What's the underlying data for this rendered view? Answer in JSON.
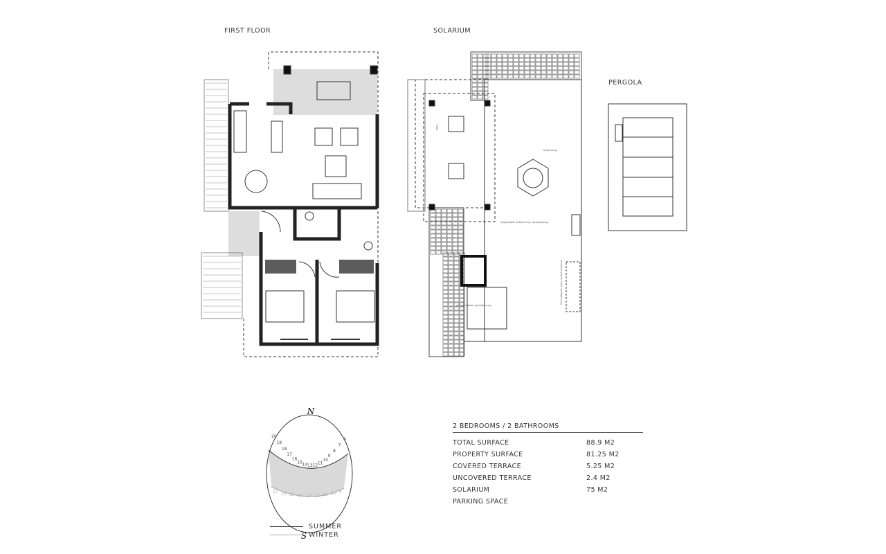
{
  "titles": {
    "first_floor": "FIRST FLOOR",
    "solarium": "SOLARIUM",
    "pergola": "PERGOLA"
  },
  "annotations": {
    "water_point": "Punto Agua",
    "shower": "Preinstalación Ducha agua caliente/fría",
    "barbecue": "Preinstalación para posible barbacoa",
    "jacuzzi": "Preinstalación posible jacuzzi",
    "stair_tag": "DISC"
  },
  "specs": {
    "heading": "2 BEDROOMS / 2 BATHROOMS",
    "rows": [
      {
        "label": "TOTAL SURFACE",
        "value": "88.9 M2"
      },
      {
        "label": "PROPERTY SURFACE",
        "value": "81.25 M2"
      },
      {
        "label": "COVERED TERRACE",
        "value": "5.25 M2"
      },
      {
        "label": "UNCOVERED TERRACE",
        "value": "2.4 M2"
      },
      {
        "label": "SOLARIUM",
        "value": "75 M2"
      },
      {
        "label": "PARKING SPACE",
        "value": ""
      }
    ]
  },
  "sun_diagram": {
    "north": "N",
    "south": "S",
    "summer_hours": [
      "20",
      "19",
      "18",
      "17",
      "16",
      "15",
      "14",
      "13",
      "12",
      "11",
      "10",
      "9",
      "8",
      "7",
      "6"
    ],
    "winter_hours": [
      "17",
      "16",
      "15",
      "14",
      "13",
      "12",
      "11",
      "10",
      "9"
    ],
    "legend": {
      "summer": "SUMMER",
      "winter": "WINTER"
    },
    "colors": {
      "summer": "#333333",
      "winter": "#aaaaaa",
      "shade": "#d9d9d9"
    }
  }
}
